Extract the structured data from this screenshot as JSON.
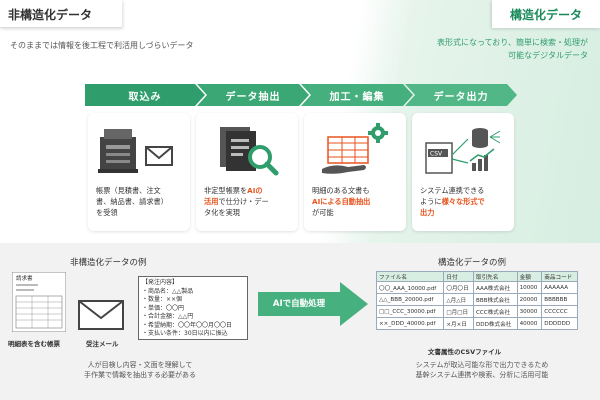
{
  "header": {
    "left_tab": "非構造化データ",
    "right_tab": "構造化データ",
    "left_desc": "そのままでは情報を後工程で利活用しづらいデータ",
    "right_desc_1": "表形式になっており、簡単に検索・処理が",
    "right_desc_2": "可能なデジタルデータ"
  },
  "steps": [
    "取込み",
    "データ抽出",
    "加工・編集",
    "データ出力"
  ],
  "cards": [
    {
      "icon": "copier-and-mail-icon",
      "line1": "帳票（見積書、注文",
      "line2": "書、納品書、請求書）",
      "line3": "を受領"
    },
    {
      "icon": "document-search-icon",
      "pre": "非定型帳票を",
      "hl1": "AIの",
      "hl2": "活用",
      "post1": "で仕分け・デー",
      "post2": "タ化を実現"
    },
    {
      "icon": "table-gear-icon",
      "line1": "明細のある文書も",
      "hl": "AIによる自動抽出",
      "line3": "が可能"
    },
    {
      "icon": "csv-database-chart-icon",
      "line1": "システム連携できる",
      "pre2": "ように",
      "hl1": "様々な形式で",
      "hl2": "出力"
    }
  ],
  "bottom": {
    "unstructured_title": "非構造化データの例",
    "structured_title": "構造化データの例",
    "invoice_doc_title": "請求書",
    "invoice_caption": "明細表を含む帳票",
    "mail_caption": "受注メール",
    "mail_lines": [
      "【発注内容】",
      "・商品名：△△製品",
      "・数量：××個",
      "・単価：〇〇円",
      "・合計金額：△△円",
      "・希望納期：〇〇年〇〇月〇〇日",
      "・支払い条件：30日以内に振込"
    ],
    "left_note_1": "人が目検し内容・文面を理解して",
    "left_note_2": "手作業で情報を抽出する必要がある",
    "ai_label": "AIで自動処理",
    "csv_caption": "文書属性のCSVファイル",
    "right_note_1": "システムが取込可能な形で出力できるため",
    "right_note_2": "基幹システム連携や検索、分析に活用可能",
    "csv_headers": [
      "ファイル名",
      "日付",
      "取引先名",
      "金額",
      "商品コード"
    ],
    "csv_rows": [
      [
        "〇〇_AAA_10000.pdf",
        "〇月〇日",
        "AAA株式会社",
        "10000",
        "AAAAAA"
      ],
      [
        "△△_BBB_20000.pdf",
        "△月△日",
        "BBB株式会社",
        "20000",
        "BBBBBB"
      ],
      [
        "□□_CCC_30000.pdf",
        "□月□日",
        "CCC株式会社",
        "30000",
        "CCCCCC"
      ],
      [
        "××_DDD_40000.pdf",
        "×月×日",
        "DDD株式会社",
        "40000",
        "DDDDDD"
      ]
    ]
  },
  "colors": {
    "accent_green": "#1a8a5a",
    "step_green": "#3aa775",
    "highlight_orange": "#e8531d"
  }
}
